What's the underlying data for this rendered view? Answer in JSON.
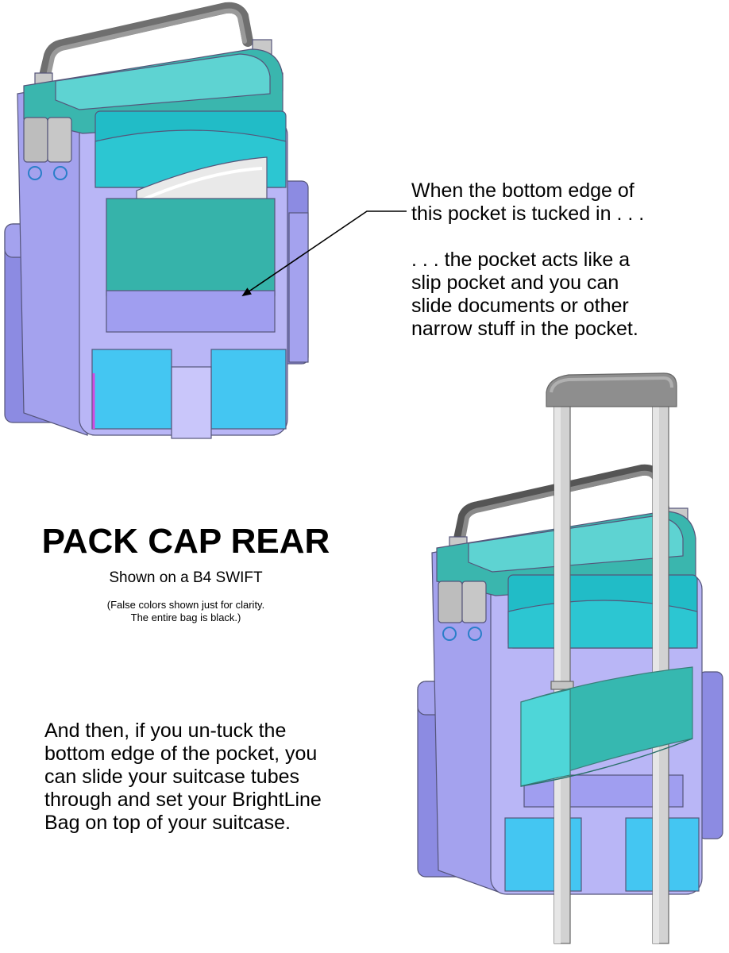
{
  "callout": {
    "line1": "When the bottom edge of",
    "line2": "this pocket is tucked in . . .",
    "line3": ". . . the pocket acts like a",
    "line4": "slip pocket and you can",
    "line5": "slide documents or other",
    "line6": "narrow stuff in the pocket."
  },
  "title": "PACK CAP REAR",
  "subtitle": "Shown on a B4 SWIFT",
  "note": {
    "line1": "(False colors shown just for clarity.",
    "line2": "The entire bag is black.)"
  },
  "bottom_text": {
    "line1": "And then, if you un-tuck the",
    "line2": "bottom edge of the pocket, you",
    "line3": "can slide your suitcase tubes",
    "line4": "through and set your BrightLine",
    "line5": "Bag on top of your suitcase."
  },
  "colors": {
    "bag_lavender": "#B9B6F6",
    "bag_periwinkle": "#8C8BE2",
    "teal": "#36B8B0",
    "cyan": "#4ED6D8",
    "sky_blue": "#44C6F2",
    "handle_gray": "#8E8E8E",
    "tube_silver": "#D2D2D2",
    "trim_magenta": "#D24BE0"
  }
}
